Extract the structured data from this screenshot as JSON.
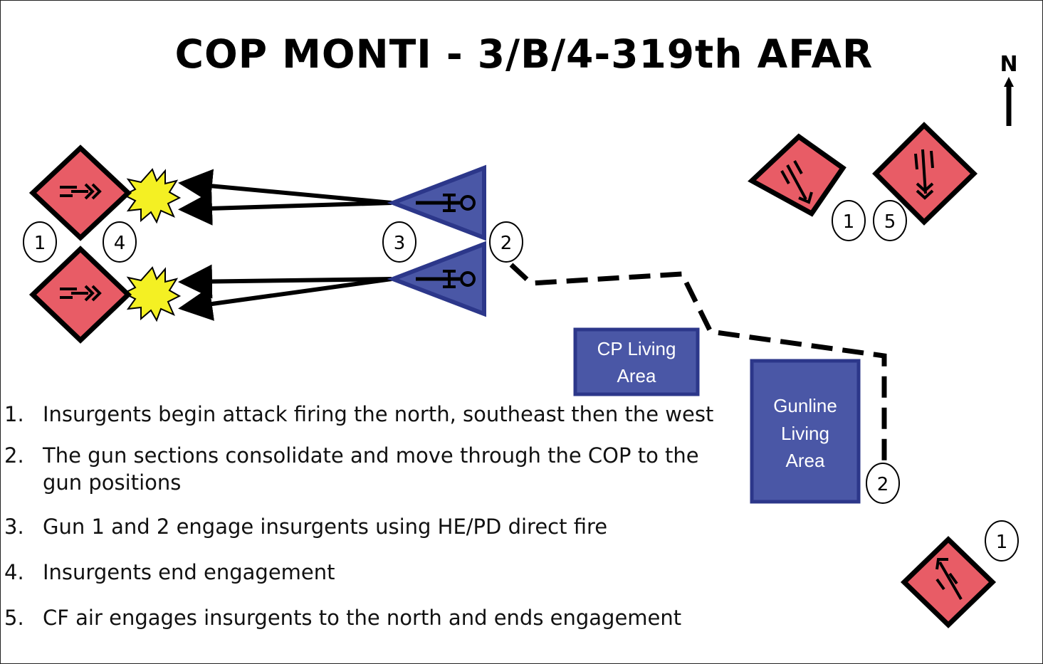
{
  "title": "COP MONTI - 3/B/4-319th AFAR",
  "compass": {
    "label": "N"
  },
  "markers": {
    "west_enemy_1": "1",
    "west_explosion_4": "4",
    "guns_3": "3",
    "guns_2": "2",
    "north_enemy_1": "1",
    "north_enemy_5": "5",
    "gunline_2": "2",
    "southeast_enemy_1": "1"
  },
  "areas": {
    "cp_living": [
      "CP Living",
      "Area"
    ],
    "gunline_living": [
      "Gunline",
      "Living",
      "Area"
    ]
  },
  "events": [
    {
      "num": "1.",
      "text": "Insurgents begin attack firing the north, southeast then the west"
    },
    {
      "num": "2.",
      "text": "The gun sections consolidate and move through the COP to the gun positions"
    },
    {
      "num": "3.",
      "text": "Gun 1 and 2 engage insurgents using HE/PD direct fire"
    },
    {
      "num": "4.",
      "text": "Insurgents end engagement"
    },
    {
      "num": "5.",
      "text": "CF air engages insurgents to the north and ends engagement"
    }
  ],
  "colors": {
    "enemy_fill": "#e85c66",
    "friendly_fill": "#4a57a6",
    "explosion_fill": "#f4f023",
    "outline": "#000000"
  }
}
